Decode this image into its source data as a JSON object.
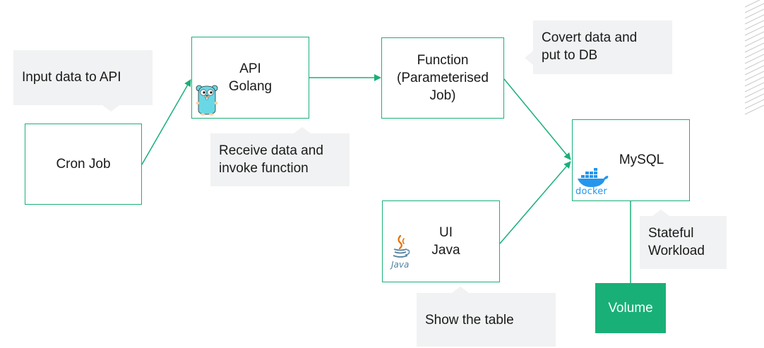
{
  "nodes": {
    "cron": {
      "line1": "Cron Job"
    },
    "api": {
      "line1": "API",
      "line2": "Golang"
    },
    "function": {
      "line1": "Function",
      "line2": "(Parameterised",
      "line3": "Job)"
    },
    "mysql": {
      "line1": "MySQL"
    },
    "ui": {
      "line1": "UI",
      "line2": "Java"
    },
    "volume": {
      "line1": "Volume"
    }
  },
  "notes": {
    "input": {
      "line1": "Input data to API"
    },
    "receive": {
      "line1": "Receive data and",
      "line2": "invoke function"
    },
    "covert": {
      "line1": "Covert data and",
      "line2": "put to DB"
    },
    "stateful": {
      "line1": "Stateful",
      "line2": "Workload"
    },
    "show": {
      "line1": "Show the table"
    }
  },
  "logos": {
    "docker_text": "docker",
    "java_text": "Java"
  },
  "colors": {
    "accent": "#19b078",
    "note_bg": "#f1f2f3",
    "docker_blue": "#2496ed",
    "gopher_blue": "#6ad7e5",
    "java_blue": "#5382a1",
    "java_red": "#e76f00"
  }
}
